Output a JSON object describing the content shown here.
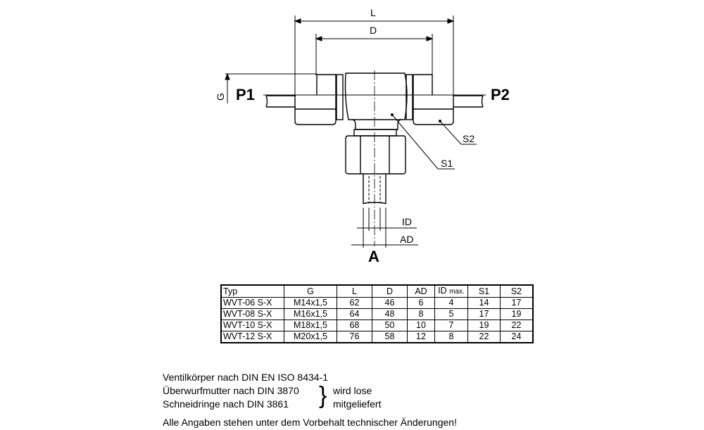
{
  "drawing": {
    "dimensions": {
      "L": "L",
      "D": "D",
      "G": "G",
      "ID": "ID",
      "AD": "AD",
      "S1": "S1",
      "S2": "S2"
    },
    "ports": {
      "P1": "P1",
      "P2": "P2",
      "A": "A"
    }
  },
  "table": {
    "headers": [
      "Typ",
      "G",
      "L",
      "D",
      "AD",
      "ID",
      "max.",
      "S1",
      "S2"
    ],
    "rows": [
      [
        "WVT-06 S-X",
        "M14x1,5",
        "62",
        "46",
        "6",
        "4",
        "14",
        "17"
      ],
      [
        "WVT-08 S-X",
        "M16x1,5",
        "64",
        "48",
        "8",
        "5",
        "17",
        "19"
      ],
      [
        "WVT-10 S-X",
        "M18x1,5",
        "68",
        "50",
        "10",
        "7",
        "19",
        "22"
      ],
      [
        "WVT-12 S-X",
        "M20x1,5",
        "76",
        "58",
        "12",
        "8",
        "22",
        "24"
      ]
    ]
  },
  "notes": {
    "line1": "Ventilkörper nach DIN EN ISO 8434-1",
    "line2": "Überwurfmutter nach DIN 3870",
    "line3": "Schneidringe nach DIN 3861",
    "brace_text1": "wird lose",
    "brace_text2": "mitgeliefert",
    "disclaimer": "Alle Angaben stehen unter dem Vorbehalt technischer Änderungen!"
  }
}
